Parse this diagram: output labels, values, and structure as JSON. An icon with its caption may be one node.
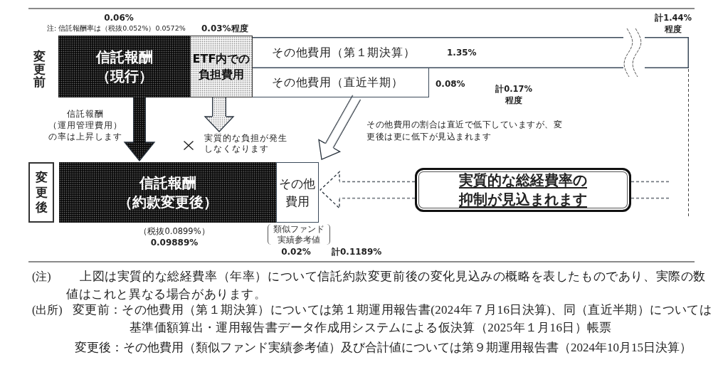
{
  "diagram": {
    "nodes": [
      {
        "text": [
          "信託報酬（現行）"
        ],
        "beside": [
          "0.06%",
          "注: 信託報酬率は（税抜0.052%）0.0572%"
        ]
      },
      {
        "text": [
          "ETF内での負担費用"
        ],
        "beside": [
          "0.03%程度"
        ]
      },
      {
        "text": [
          "その他費用（第１期決算）",
          "1.35%"
        ],
        "beside": [
          "計1.44%程度"
        ]
      },
      {
        "text": [
          "その他費用（直近半期）"
        ],
        "beside": [
          "0.08%"
        ]
      },
      {
        "text": [
          "実質的な負担が発生しなくなります"
        ]
      },
      {
        "text": [
          "変更後"
        ]
      },
      {
        "text": [
          "信託報酬（約款変更後）"
        ],
        "beside": [
          "（税抜0.0899%）",
          "0.09889%"
        ]
      },
      {
        "text": [
          "その他費用"
        ],
        "beside": [
          "類似ファンド実績参考値",
          "0.02%"
        ]
      },
      {
        "text": [
          "実質的な総経費率の抑制が見込まれます"
        ]
      }
    ],
    "edges": [
      {
        "from": 0,
        "to": 6,
        "arrow": "to"
      },
      {
        "from": 1,
        "to": 4,
        "arrow": "to"
      },
      {
        "from": 3,
        "to": 7,
        "arrow": "to"
      },
      {
        "from": 8,
        "to": 7,
        "arrow": "to",
        "style": "dashed"
      }
    ],
    "labels": [
      "変更前",
      "計0.17%程度",
      "信託報酬（運用管理費用）の率は上昇します",
      "その他費用の割合は直近で低下していますが、変更後は更に低下が見込まれます",
      "計0.1189%",
      "(注)",
      "上図は実質的な総経費率（年率）について信託約款変更前後の変化見込みの概略を表したものであり、実際の数値はこれと異なる場合があります。",
      "(出所)",
      "変更前：その他費用（第１期決算）については第１期運用報告書(2024年７月16日決算)、同（直近半期）については基準価額算出・運用報告書データ作成用システムによる仮決算（2025年１月16日）帳票",
      "変更後：その他費用（類似ファンド実績参考値）及び合計値については第９期運用報告書（2024年10月15日決算）"
    ]
  }
}
